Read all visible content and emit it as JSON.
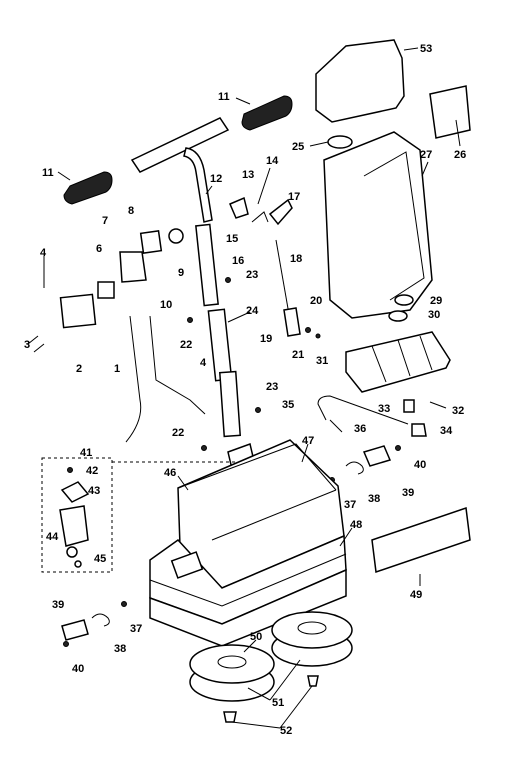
{
  "callouts": [
    "1",
    "2",
    "3",
    "4",
    "4",
    "6",
    "7",
    "8",
    "9",
    "10",
    "11",
    "11",
    "12",
    "13",
    "14",
    "15",
    "16",
    "17",
    "18",
    "19",
    "20",
    "21",
    "22",
    "22",
    "23",
    "23",
    "24",
    "25",
    "26",
    "27",
    "29",
    "30",
    "31",
    "32",
    "33",
    "34",
    "35",
    "36",
    "37",
    "37",
    "38",
    "38",
    "39",
    "39",
    "40",
    "40",
    "41",
    "42",
    "43",
    "44",
    "45",
    "46",
    "47",
    "48",
    "49",
    "50",
    "51",
    "52",
    "53"
  ]
}
